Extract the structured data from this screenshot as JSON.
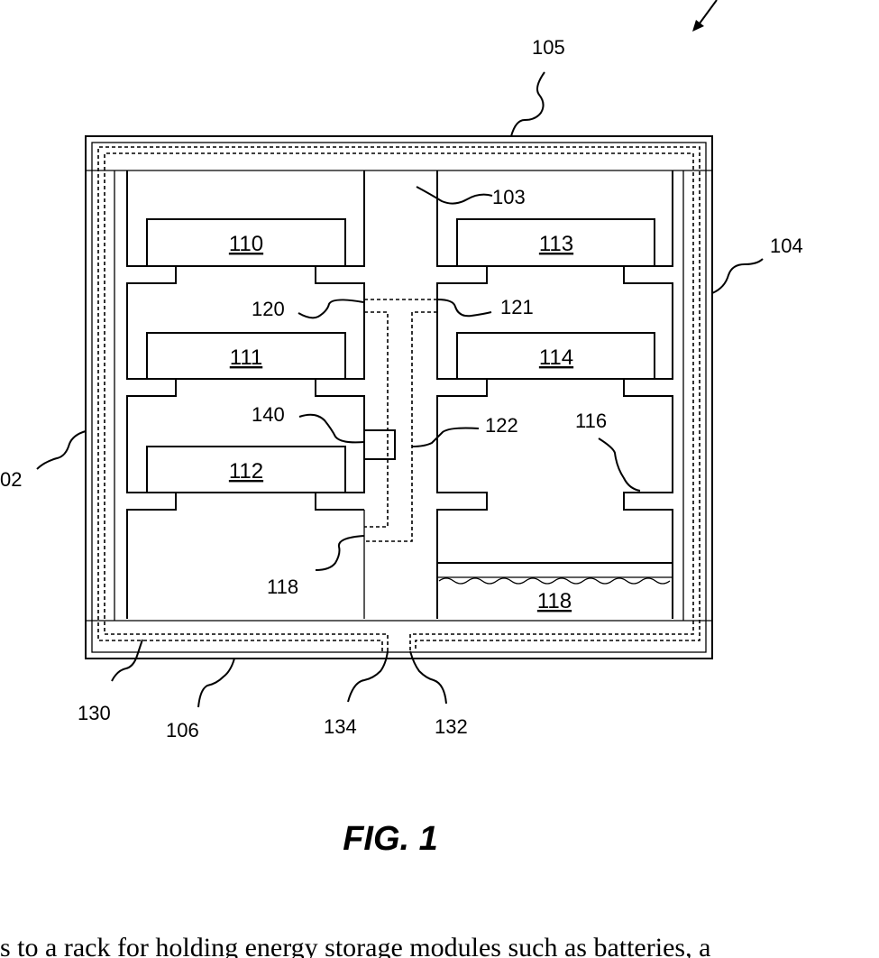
{
  "figure": {
    "caption": "FIG. 1",
    "body_text": "s to a rack for holding energy storage modules such as batteries, a",
    "ref_labels": {
      "r105": "105",
      "r104": "104",
      "r103": "103",
      "r102": "02",
      "r120": "120",
      "r121": "121",
      "r140": "140",
      "r122": "122",
      "r116": "116",
      "r118a": "118",
      "r130": "130",
      "r106": "106",
      "r134": "134",
      "r132": "132"
    },
    "modules": {
      "m110": "110",
      "m111": "111",
      "m112": "112",
      "m113": "113",
      "m114": "114",
      "m118": "118"
    }
  }
}
